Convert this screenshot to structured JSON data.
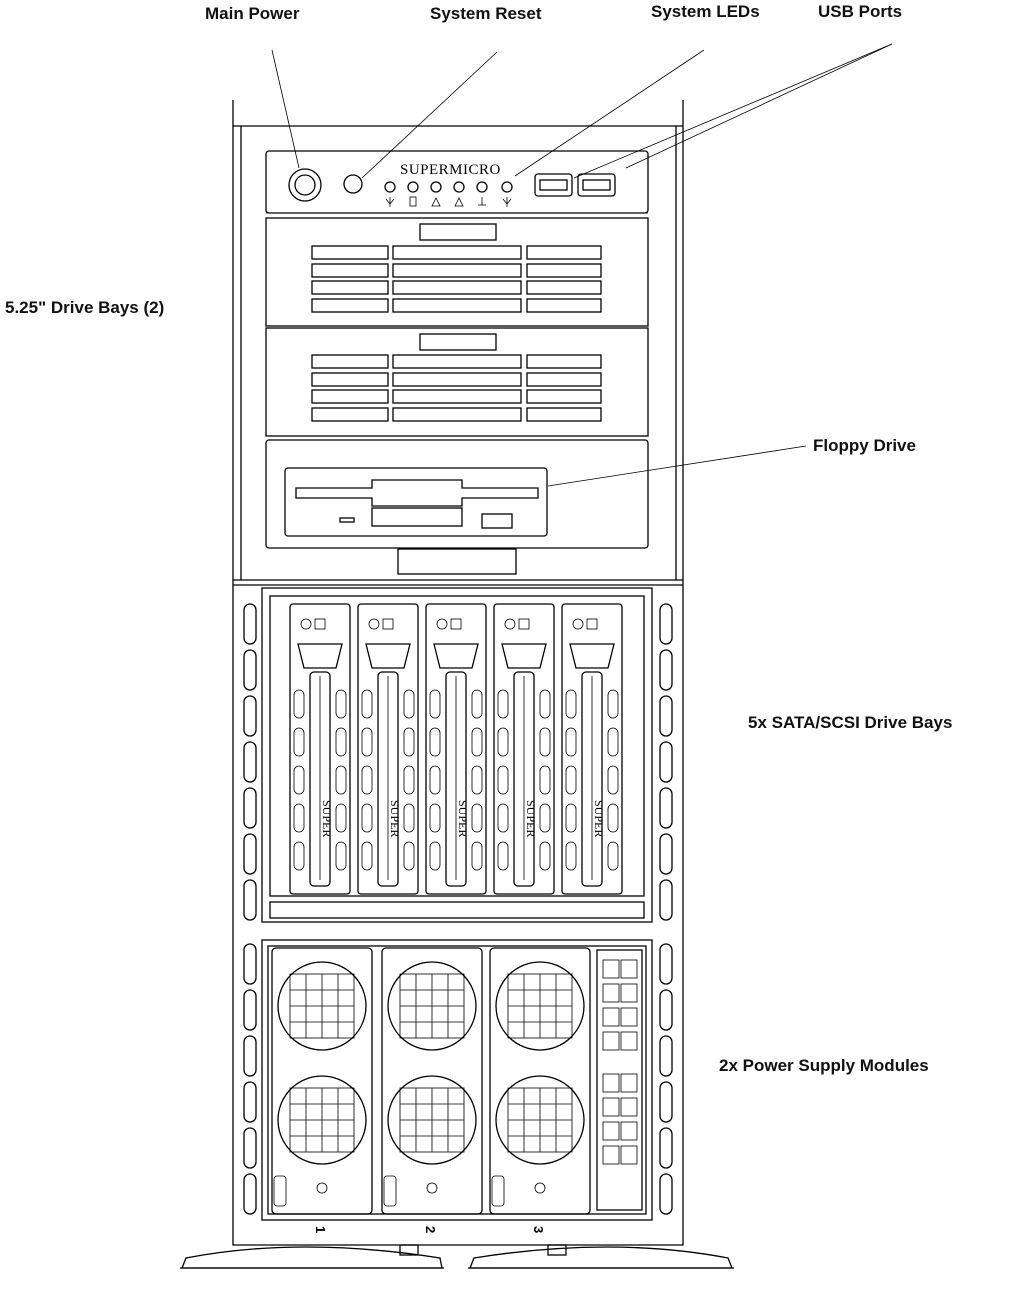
{
  "labels": {
    "main_power": "Main Power",
    "system_reset": "System Reset",
    "system_leds": "System LEDs",
    "usb_ports": "USB Ports",
    "drive_bays_525": "5.25\" Drive Bays (2)",
    "floppy_drive": "Floppy Drive",
    "sata_scsi_bays": "5x SATA/SCSI Drive Bays",
    "power_supply_modules": "2x Power Supply Modules"
  },
  "chassis": {
    "brand_name": "SUPERMICRO",
    "tray_brand": "SUPER",
    "psu_slot_numbers": [
      "1",
      "2",
      "3"
    ]
  },
  "colors": {
    "line": "#000000",
    "background": "#ffffff"
  }
}
